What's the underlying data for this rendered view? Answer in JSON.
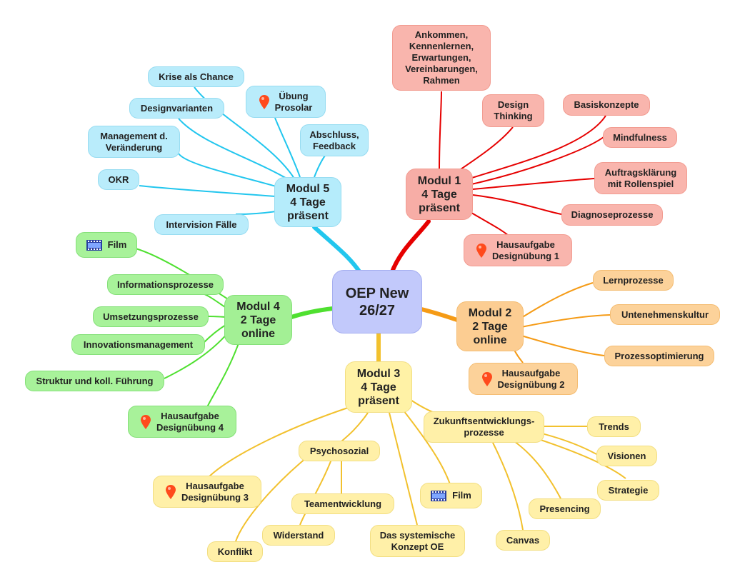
{
  "root": {
    "title": "OEP New 26/27",
    "line1": "OEP New",
    "line2": "26/27"
  },
  "modules": {
    "m1": {
      "line1": "Modul 1",
      "line2": "4 Tage",
      "line3": "präsent",
      "color": "#e60000"
    },
    "m2": {
      "line1": "Modul 2",
      "line2": "2 Tage",
      "line3": "online",
      "color": "#f59b16"
    },
    "m3": {
      "line1": "Modul 3",
      "line2": "4 Tage",
      "line3": "präsent",
      "color": "#f2c12e"
    },
    "m4": {
      "line1": "Modul 4",
      "line2": "2 Tage",
      "line3": "online",
      "color": "#4fe030"
    },
    "m5": {
      "line1": "Modul 5",
      "line2": "4 Tage",
      "line3": "präsent",
      "color": "#22c6ee"
    }
  },
  "m1_items": {
    "ankommen": [
      "Ankommen,",
      "Kennenlernen,",
      "Erwartungen,",
      "Vereinbarungen,",
      "Rahmen"
    ],
    "design_thinking": [
      "Design",
      "Thinking"
    ],
    "basiskonzepte": "Basiskonzepte",
    "mindfulness": "Mindfulness",
    "auftrag": [
      "Auftragsklärung",
      "mit Rollenspiel"
    ],
    "diagnose": "Diagnoseprozesse",
    "hausaufgabe1": [
      "Hausaufgabe",
      "Designübung 1"
    ]
  },
  "m2_items": {
    "lernprozesse": "Lernprozesse",
    "kultur": "Untenehmenskultur",
    "prozessopt": "Prozessoptimierung",
    "hausaufgabe2": [
      "Hausaufgabe",
      "Designübung 2"
    ]
  },
  "m3_items": {
    "zukunft": [
      "Zukunftsentwicklungs-",
      "prozesse"
    ],
    "trends": "Trends",
    "visionen": "Visionen",
    "strategie": "Strategie",
    "presencing": "Presencing",
    "canvas": "Canvas",
    "film": "Film",
    "systemisch": [
      "Das systemische",
      "Konzept OE"
    ],
    "psychosozial": "Psychosozial",
    "teamentwicklung": "Teamentwicklung",
    "widerstand": "Widerstand",
    "konflikt": "Konflikt",
    "hausaufgabe3": [
      "Hausaufgabe",
      "Designübung 3"
    ]
  },
  "m4_items": {
    "film": "Film",
    "information": "Informationsprozesse",
    "umsetzung": "Umsetzungsprozesse",
    "innovation": "Innovationsmanagement",
    "struktur": "Struktur und koll. Führung",
    "hausaufgabe4": [
      "Hausaufgabe",
      "Designübung 4"
    ]
  },
  "m5_items": {
    "krise": "Krise als Chance",
    "uebung": [
      "Übung",
      "Prosolar"
    ],
    "designvarianten": "Designvarianten",
    "abschluss": [
      "Abschluss,",
      "Feedback"
    ],
    "management": [
      "Management d.",
      "Veränderung"
    ],
    "okr": "OKR",
    "intervision": "Intervision Fälle"
  },
  "icons": {
    "pin": "map-pin-icon",
    "film": "film-strip-icon"
  }
}
